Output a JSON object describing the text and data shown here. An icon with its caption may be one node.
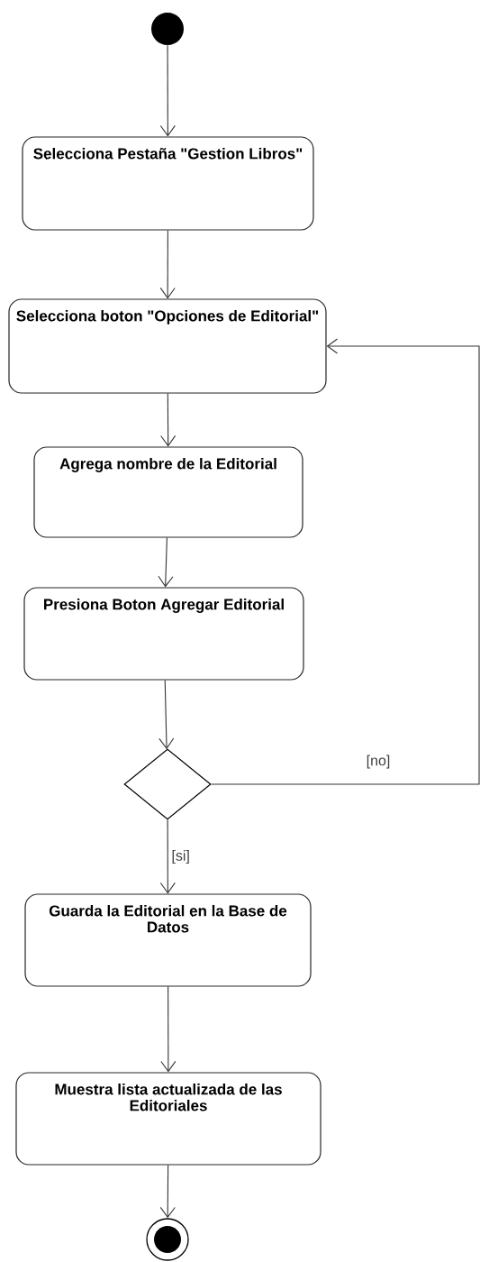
{
  "diagram": {
    "nodes": [
      {
        "text": [],
        "shape": "circle"
      },
      {
        "text": [
          "Selecciona Pestaña \"Gestion Libros\""
        ]
      },
      {
        "text": [
          "Selecciona boton \"Opciones de Editorial\""
        ]
      },
      {
        "text": [
          "Agrega nombre de la Editorial"
        ]
      },
      {
        "text": [
          "Presiona Boton Agregar Editorial"
        ]
      },
      {
        "text": [],
        "shape": "diamond"
      },
      {
        "text": [
          "Guarda la Editorial en la Base de Datos"
        ]
      },
      {
        "text": [
          "Muestra lista actualizada de las Editoriales"
        ]
      },
      {
        "text": [],
        "shape": "bullseye"
      }
    ],
    "edges": [
      {
        "from": 0,
        "to": 1,
        "arrow": "to"
      },
      {
        "from": 1,
        "to": 2,
        "arrow": "to"
      },
      {
        "from": 2,
        "to": 3,
        "arrow": "to"
      },
      {
        "from": 3,
        "to": 4,
        "arrow": "to"
      },
      {
        "from": 4,
        "to": 5,
        "arrow": "to"
      },
      {
        "from": 5,
        "to": 2,
        "arrow": "to",
        "label": "[no]"
      },
      {
        "from": 5,
        "to": 6,
        "arrow": "to",
        "label": "[si]"
      },
      {
        "from": 6,
        "to": 7,
        "arrow": "to"
      },
      {
        "from": 7,
        "to": 8,
        "arrow": "to"
      }
    ]
  }
}
